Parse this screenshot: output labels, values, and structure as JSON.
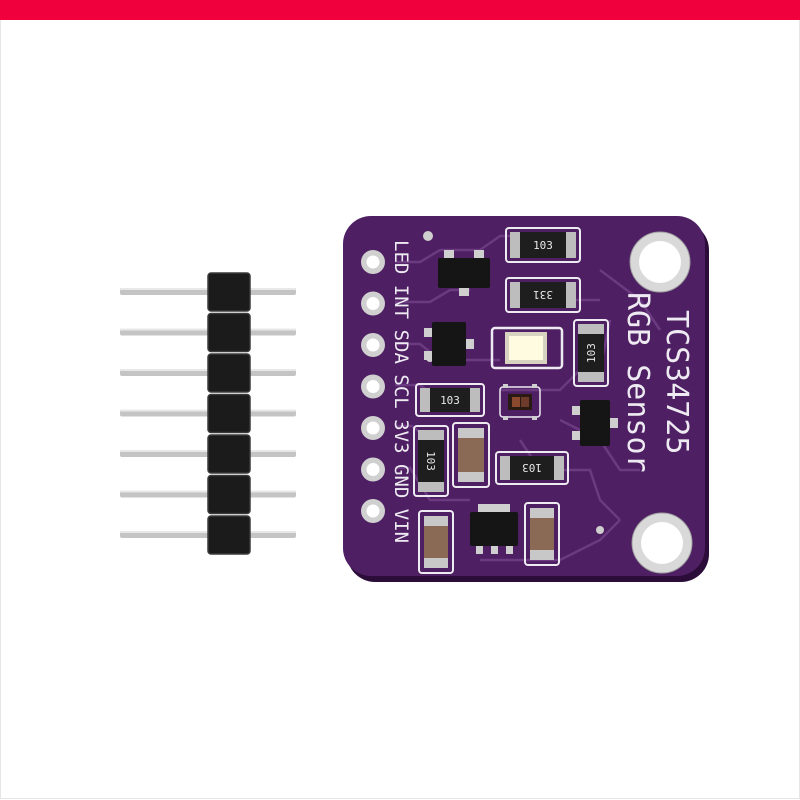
{
  "colors": {
    "accent_bar": "#f0003c",
    "pcb": "#4e1f63",
    "pcb_dark": "#3b134b",
    "pcb_edge": "#2c0d3a",
    "silkscreen": "#eeeaf2",
    "trace": "#6b3a80",
    "pin_metal": "#c4c4c4",
    "header_plastic": "#1b1b1b",
    "led": "#fffbe0"
  },
  "product": {
    "board_title": "TCS34725",
    "board_subtitle": "RGB Sensor",
    "pin_labels": [
      "LED",
      "INT",
      "SDA",
      "SCL",
      "3V3",
      "GND",
      "VIN"
    ],
    "resistor_codes": [
      "103",
      "331",
      "103",
      "103",
      "103",
      "103"
    ],
    "header_pin_count": 7,
    "icons": {
      "mount_hole": "mounting-hole-icon",
      "led": "white-led-icon",
      "sensor": "color-sensor-chip-icon"
    }
  }
}
